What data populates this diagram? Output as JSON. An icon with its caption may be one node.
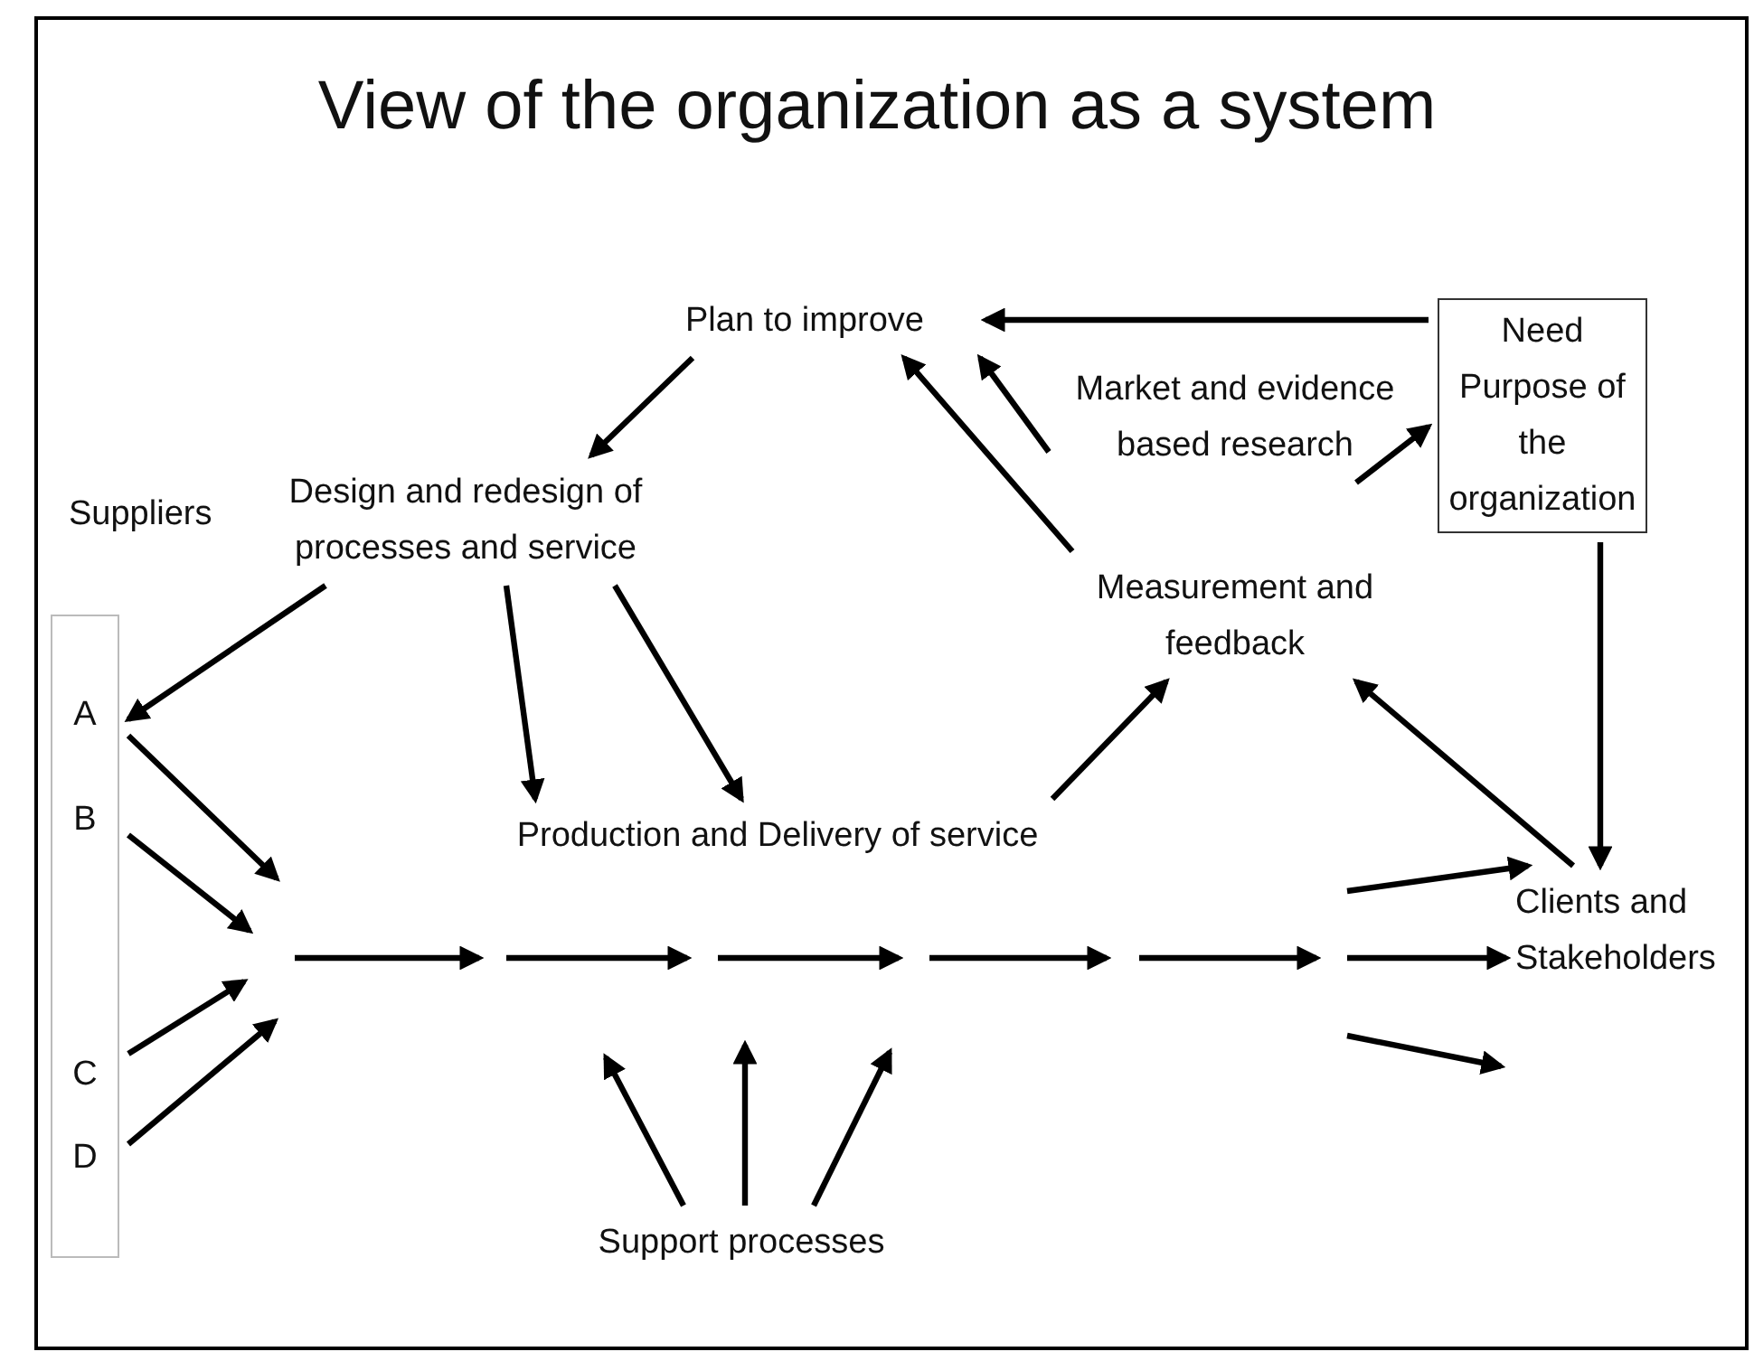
{
  "diagram": {
    "title": "View of the organization as a system",
    "nodes": [
      {
        "text": [
          "Plan to improve"
        ]
      },
      {
        "text": [
          "Need",
          "Purpose of the organization"
        ]
      },
      {
        "text": [
          "Market and evidence based research"
        ]
      },
      {
        "text": [
          "Design and redesign of processes and service"
        ]
      },
      {
        "text": [
          "A",
          "B",
          "C",
          "D"
        ],
        "beside": [
          "Suppliers"
        ]
      },
      {
        "text": [
          "Measurement and feedback"
        ]
      },
      {
        "text": [
          "Production and Delivery of service"
        ]
      },
      {
        "text": [
          "Clients and Stakeholders"
        ]
      },
      {
        "text": [
          "Support processes"
        ]
      }
    ],
    "edges": [
      {
        "from": 1,
        "to": 0,
        "arrow": "to"
      },
      {
        "from": 2,
        "to": 0,
        "arrow": "to"
      },
      {
        "from": 2,
        "to": 1,
        "arrow": "to"
      },
      {
        "from": 5,
        "to": 0,
        "arrow": "to"
      },
      {
        "from": 0,
        "to": 3,
        "arrow": "to"
      },
      {
        "from": 3,
        "to": 4,
        "arrow": "to"
      },
      {
        "from": 3,
        "to": 6,
        "arrow": "to"
      },
      {
        "from": 3,
        "to": 6,
        "arrow": "to"
      },
      {
        "from": 6,
        "to": 5,
        "arrow": "to"
      },
      {
        "from": 7,
        "to": 5,
        "arrow": "to"
      },
      {
        "from": 1,
        "to": 7,
        "arrow": "to"
      },
      {
        "from": 4,
        "to": null,
        "arrow": "to"
      },
      {
        "from": 4,
        "to": null,
        "arrow": "to"
      },
      {
        "from": 4,
        "to": null,
        "arrow": "to"
      },
      {
        "from": 4,
        "to": null,
        "arrow": "to"
      },
      {
        "from": 8,
        "to": null,
        "arrow": "to"
      },
      {
        "from": 8,
        "to": null,
        "arrow": "to"
      },
      {
        "from": 8,
        "to": null,
        "arrow": "to"
      },
      {
        "from": null,
        "to": 7,
        "arrow": "to"
      },
      {
        "from": null,
        "to": 7,
        "arrow": "to"
      }
    ]
  }
}
